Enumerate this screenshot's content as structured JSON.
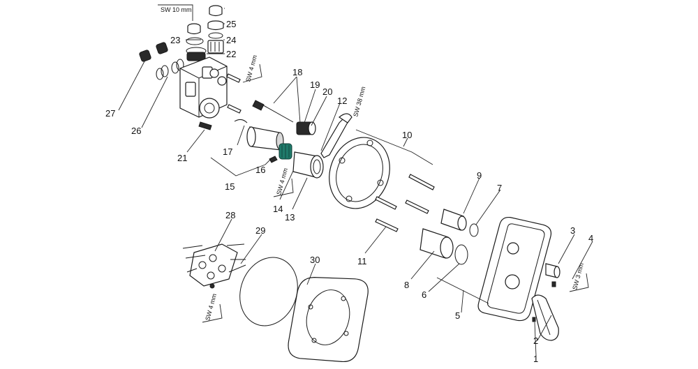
{
  "callouts": [
    "1",
    "2",
    "3",
    "4",
    "5",
    "6",
    "7",
    "8",
    "9",
    "10",
    "11",
    "12",
    "13",
    "14",
    "15",
    "16",
    "17",
    "18",
    "19",
    "20",
    "21",
    "22",
    "23",
    "24",
    "25",
    "26",
    "27",
    "28",
    "29",
    "30"
  ],
  "tool_labels": {
    "sw10": "SW 10 mm",
    "sw4_top": "SW 4 mm",
    "sw38": "SW 38 mm",
    "sw4_mid": "SW 4 mm",
    "sw3": "SW 3 mm",
    "sw4_low": "SW 4 mm"
  },
  "colors": {
    "line": "#1a1a1a",
    "highlight_part": "#1f7a6a"
  }
}
